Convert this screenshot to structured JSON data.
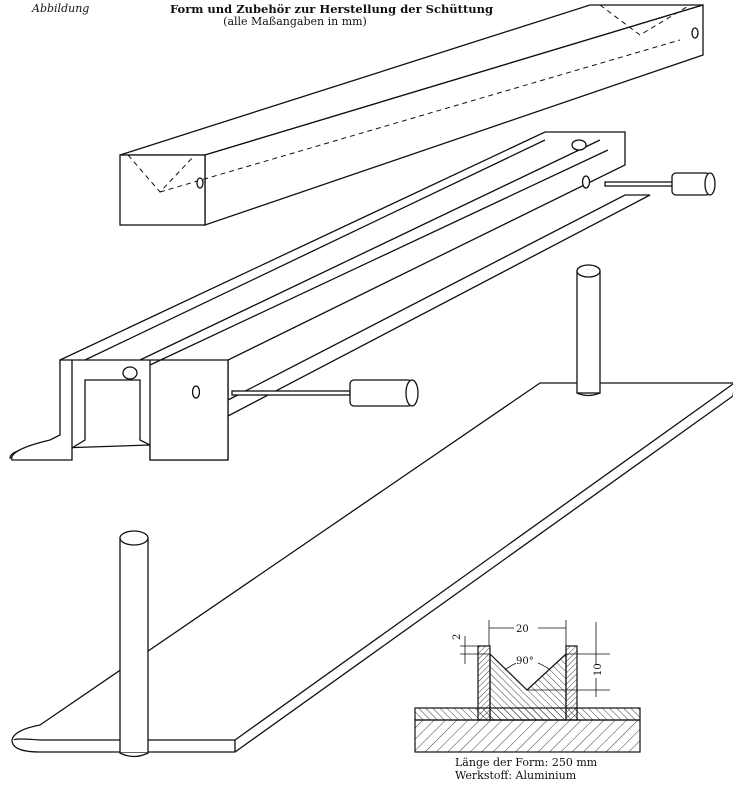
{
  "figure": {
    "label": "Abbildung",
    "title": "Form und Zubehör zur Herstellung der Schüttung",
    "subtitle": "(alle Maßangaben in mm)"
  },
  "section": {
    "dim_width": "20",
    "dim_height": "10",
    "dim_wall": "2",
    "angle": "90°"
  },
  "caption": {
    "length": "Länge der Form: 250 mm",
    "material": "Werkstoff: Aluminium"
  }
}
